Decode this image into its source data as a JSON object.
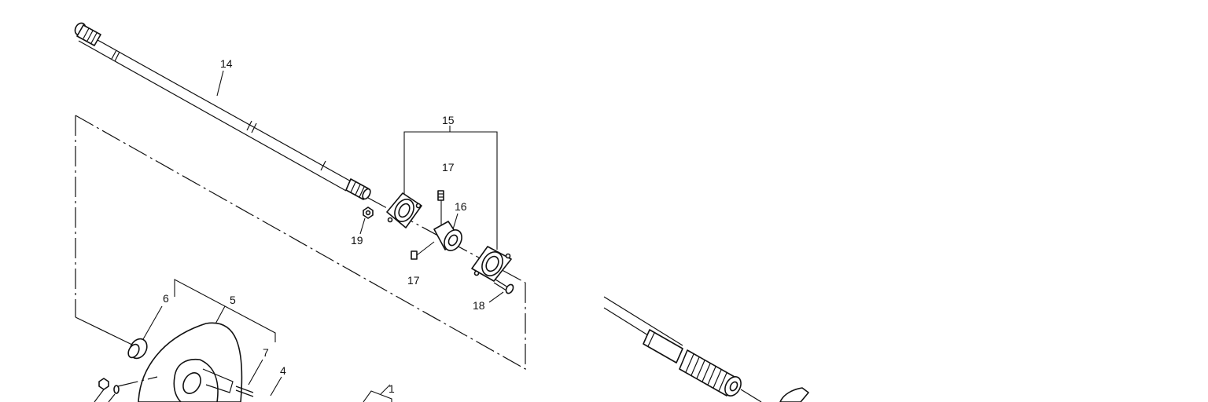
{
  "diagram": {
    "left_view": {
      "callouts": [
        {
          "id": "c14",
          "label": "14"
        },
        {
          "id": "c15",
          "label": "15"
        },
        {
          "id": "c17a",
          "label": "17"
        },
        {
          "id": "c16",
          "label": "16"
        },
        {
          "id": "c19",
          "label": "19"
        },
        {
          "id": "c17b",
          "label": "17"
        },
        {
          "id": "c18",
          "label": "18"
        },
        {
          "id": "c6",
          "label": "6"
        },
        {
          "id": "c5",
          "label": "5"
        },
        {
          "id": "c7",
          "label": "7"
        },
        {
          "id": "c4",
          "label": "4"
        },
        {
          "id": "c1",
          "label": "1"
        }
      ]
    },
    "right_view": {
      "callouts": []
    },
    "colors": {
      "ink": "#111111",
      "paper": "#ffffff"
    }
  }
}
